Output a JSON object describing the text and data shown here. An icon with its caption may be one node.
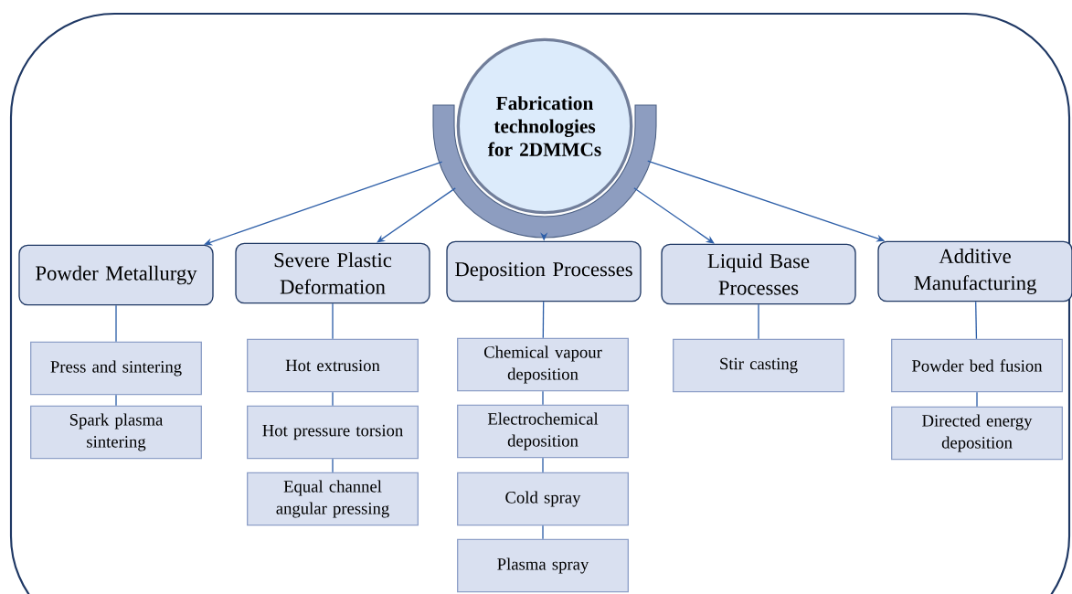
{
  "diagram": {
    "nodes": [
      {
        "text": [
          "Fabrication technologies for 2DMMCs"
        ]
      },
      {
        "text": [
          "Powder Metallurgy"
        ]
      },
      {
        "text": [
          "Severe Plastic Deformation"
        ]
      },
      {
        "text": [
          "Deposition Processes"
        ]
      },
      {
        "text": [
          "Liquid Base Processes"
        ]
      },
      {
        "text": [
          "Additive Manufacturing"
        ]
      },
      {
        "text": [
          "Press and sintering"
        ]
      },
      {
        "text": [
          "Spark plasma sintering"
        ]
      },
      {
        "text": [
          "Hot extrusion"
        ]
      },
      {
        "text": [
          "Hot pressure torsion"
        ]
      },
      {
        "text": [
          "Equal channel angular pressing"
        ]
      },
      {
        "text": [
          "Chemical vapour deposition"
        ]
      },
      {
        "text": [
          "Electrochemical deposition"
        ]
      },
      {
        "text": [
          "Cold spray"
        ]
      },
      {
        "text": [
          "Plasma spray"
        ]
      },
      {
        "text": [
          "Stir casting"
        ]
      },
      {
        "text": [
          "Powder bed fusion"
        ]
      },
      {
        "text": [
          "Directed energy deposition"
        ]
      }
    ],
    "edges": [
      {
        "from": 0,
        "to": 1,
        "arrow": "to"
      },
      {
        "from": 0,
        "to": 2,
        "arrow": "to"
      },
      {
        "from": 0,
        "to": 3,
        "arrow": "to"
      },
      {
        "from": 0,
        "to": 4,
        "arrow": "to"
      },
      {
        "from": 0,
        "to": 5,
        "arrow": "to"
      },
      {
        "from": 1,
        "to": 6,
        "arrow": "none"
      },
      {
        "from": 6,
        "to": 7,
        "arrow": "none"
      },
      {
        "from": 2,
        "to": 8,
        "arrow": "none"
      },
      {
        "from": 8,
        "to": 9,
        "arrow": "none"
      },
      {
        "from": 9,
        "to": 10,
        "arrow": "none"
      },
      {
        "from": 3,
        "to": 11,
        "arrow": "none"
      },
      {
        "from": 11,
        "to": 12,
        "arrow": "none"
      },
      {
        "from": 12,
        "to": 13,
        "arrow": "none"
      },
      {
        "from": 13,
        "to": 14,
        "arrow": "none"
      },
      {
        "from": 4,
        "to": 15,
        "arrow": "none"
      },
      {
        "from": 5,
        "to": 16,
        "arrow": "none"
      },
      {
        "from": 16,
        "to": 17,
        "arrow": "none"
      }
    ]
  }
}
